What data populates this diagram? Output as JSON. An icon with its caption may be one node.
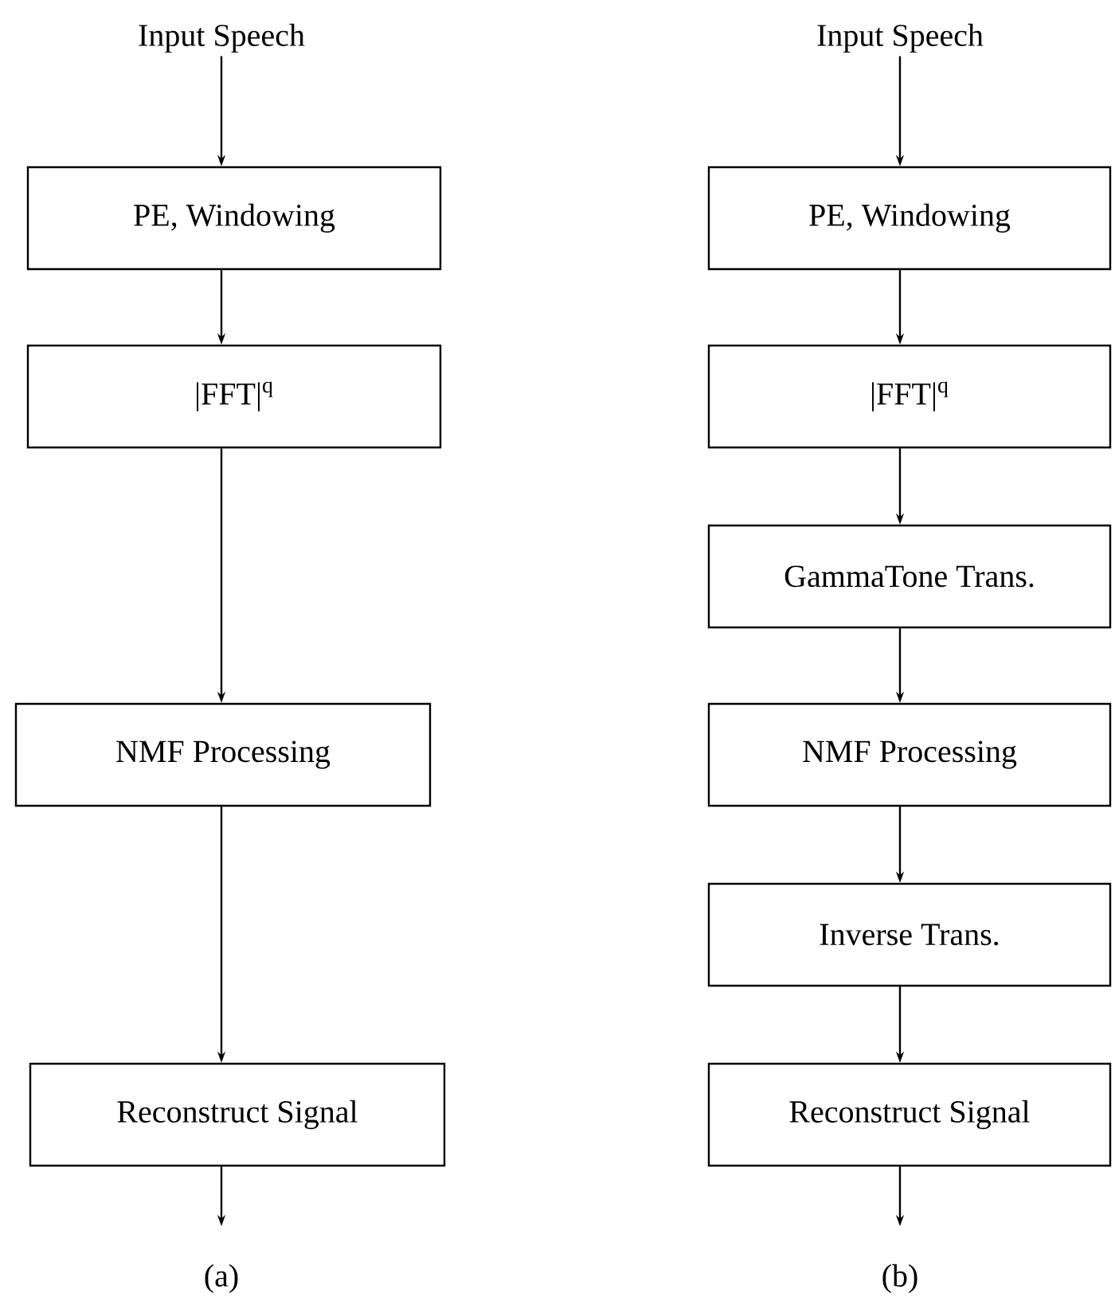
{
  "diagram": {
    "nodes": [
      {
        "text": [
          "Input Speech"
        ]
      },
      {
        "text": [
          "PE, Windowing"
        ]
      },
      {
        "text": [
          "|FFT|$^{q}$"
        ]
      },
      {
        "text": [
          "NMF Processing"
        ]
      },
      {
        "text": [
          "Reconstruct Signal"
        ]
      },
      {
        "text": [
          "Input Speech"
        ]
      },
      {
        "text": [
          "PE, Windowing"
        ]
      },
      {
        "text": [
          "|FFT|$^{q}$"
        ]
      },
      {
        "text": [
          "GammaTone Trans."
        ]
      },
      {
        "text": [
          "NMF Processing"
        ]
      },
      {
        "text": [
          "Inverse Trans."
        ]
      },
      {
        "text": [
          "Reconstruct Signal"
        ]
      }
    ],
    "edges": [
      {
        "from": 0,
        "to": 1,
        "arrow": "to"
      },
      {
        "from": 1,
        "to": 2,
        "arrow": "to"
      },
      {
        "from": 2,
        "to": 3,
        "arrow": "to"
      },
      {
        "from": 3,
        "to": 4,
        "arrow": "to"
      },
      {
        "from": 4,
        "to": null,
        "arrow": "to"
      },
      {
        "from": 5,
        "to": 6,
        "arrow": "to"
      },
      {
        "from": 6,
        "to": 7,
        "arrow": "to"
      },
      {
        "from": 7,
        "to": 8,
        "arrow": "to"
      },
      {
        "from": 8,
        "to": 9,
        "arrow": "to"
      },
      {
        "from": 9,
        "to": 10,
        "arrow": "to"
      },
      {
        "from": 10,
        "to": 11,
        "arrow": "to"
      },
      {
        "from": 11,
        "to": null,
        "arrow": "to"
      }
    ],
    "labels": [
      "(a)",
      "(b)"
    ]
  }
}
